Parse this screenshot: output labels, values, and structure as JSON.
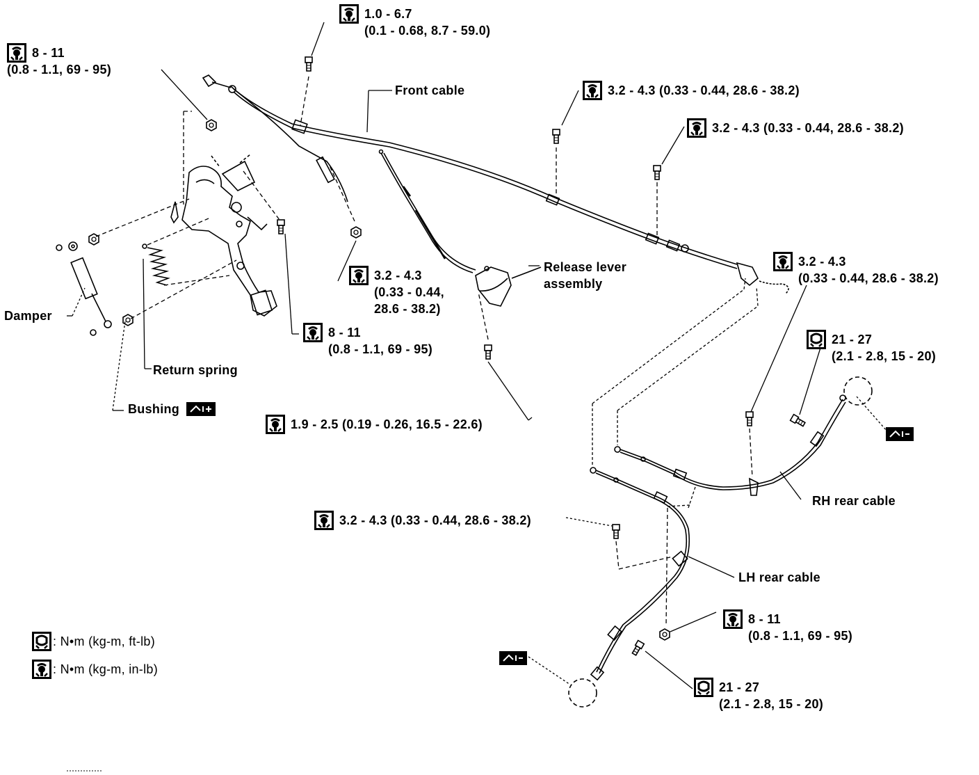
{
  "torque_specs": [
    {
      "id": "t1",
      "icon": "torque-icon-in-lb",
      "line1": "1.0 - 6.7",
      "line2": "(0.1 - 0.68, 8.7 - 59.0)"
    },
    {
      "id": "t2",
      "icon": "torque-icon-in-lb",
      "line1": "8 - 11",
      "line2": "(0.8 - 1.1, 69 - 95)"
    },
    {
      "id": "t3",
      "icon": "torque-icon-in-lb",
      "line1": "3.2 - 4.3 (0.33 - 0.44, 28.6 - 38.2)",
      "line2": ""
    },
    {
      "id": "t4",
      "icon": "torque-icon-in-lb",
      "line1": "3.2 - 4.3 (0.33 - 0.44, 28.6 - 38.2)",
      "line2": ""
    },
    {
      "id": "t5",
      "icon": "torque-icon-in-lb",
      "line1": "3.2 - 4.3",
      "line2": "(0.33 - 0.44, 28.6 - 38.2)"
    },
    {
      "id": "t6",
      "icon": "torque-icon-in-lb",
      "line1": "3.2 - 4.3",
      "line2": "(0.33 - 0.44,",
      "line3": "28.6 - 38.2)"
    },
    {
      "id": "t7",
      "icon": "torque-icon-in-lb",
      "line1": "8 - 11",
      "line2": "(0.8 - 1.1, 69 - 95)"
    },
    {
      "id": "t8",
      "icon": "torque-icon-ft-lb",
      "line1": "21 - 27",
      "line2": "(2.1 - 2.8, 15 - 20)"
    },
    {
      "id": "t9",
      "icon": "torque-icon-in-lb",
      "line1": "1.9 - 2.5 (0.19 - 0.26, 16.5 - 22.6)",
      "line2": ""
    },
    {
      "id": "t10",
      "icon": "torque-icon-in-lb",
      "line1": "3.2 - 4.3 (0.33 - 0.44, 28.6 - 38.2)",
      "line2": ""
    },
    {
      "id": "t11",
      "icon": "torque-icon-in-lb",
      "line1": "8 - 11",
      "line2": "(0.8 - 1.1, 69 - 95)"
    },
    {
      "id": "t12",
      "icon": "torque-icon-ft-lb",
      "line1": "21 - 27",
      "line2": "(2.1 - 2.8, 15 - 20)"
    }
  ],
  "part_labels": {
    "front_cable": "Front cable",
    "release_lever_1": "Release lever",
    "release_lever_2": "assembly",
    "damper": "Damper",
    "return_spring": "Return spring",
    "bushing": "Bushing",
    "rh_rear_cable": "RH rear cable",
    "lh_rear_cable": "LH rear cable"
  },
  "legend": {
    "ft_lb": ": N•m (kg-m, ft-lb)",
    "in_lb": ": N•m (kg-m, in-lb)"
  },
  "colors": {
    "ink": "#000000",
    "paper": "#ffffff"
  },
  "symbols": {
    "grease": "grease-icon"
  }
}
